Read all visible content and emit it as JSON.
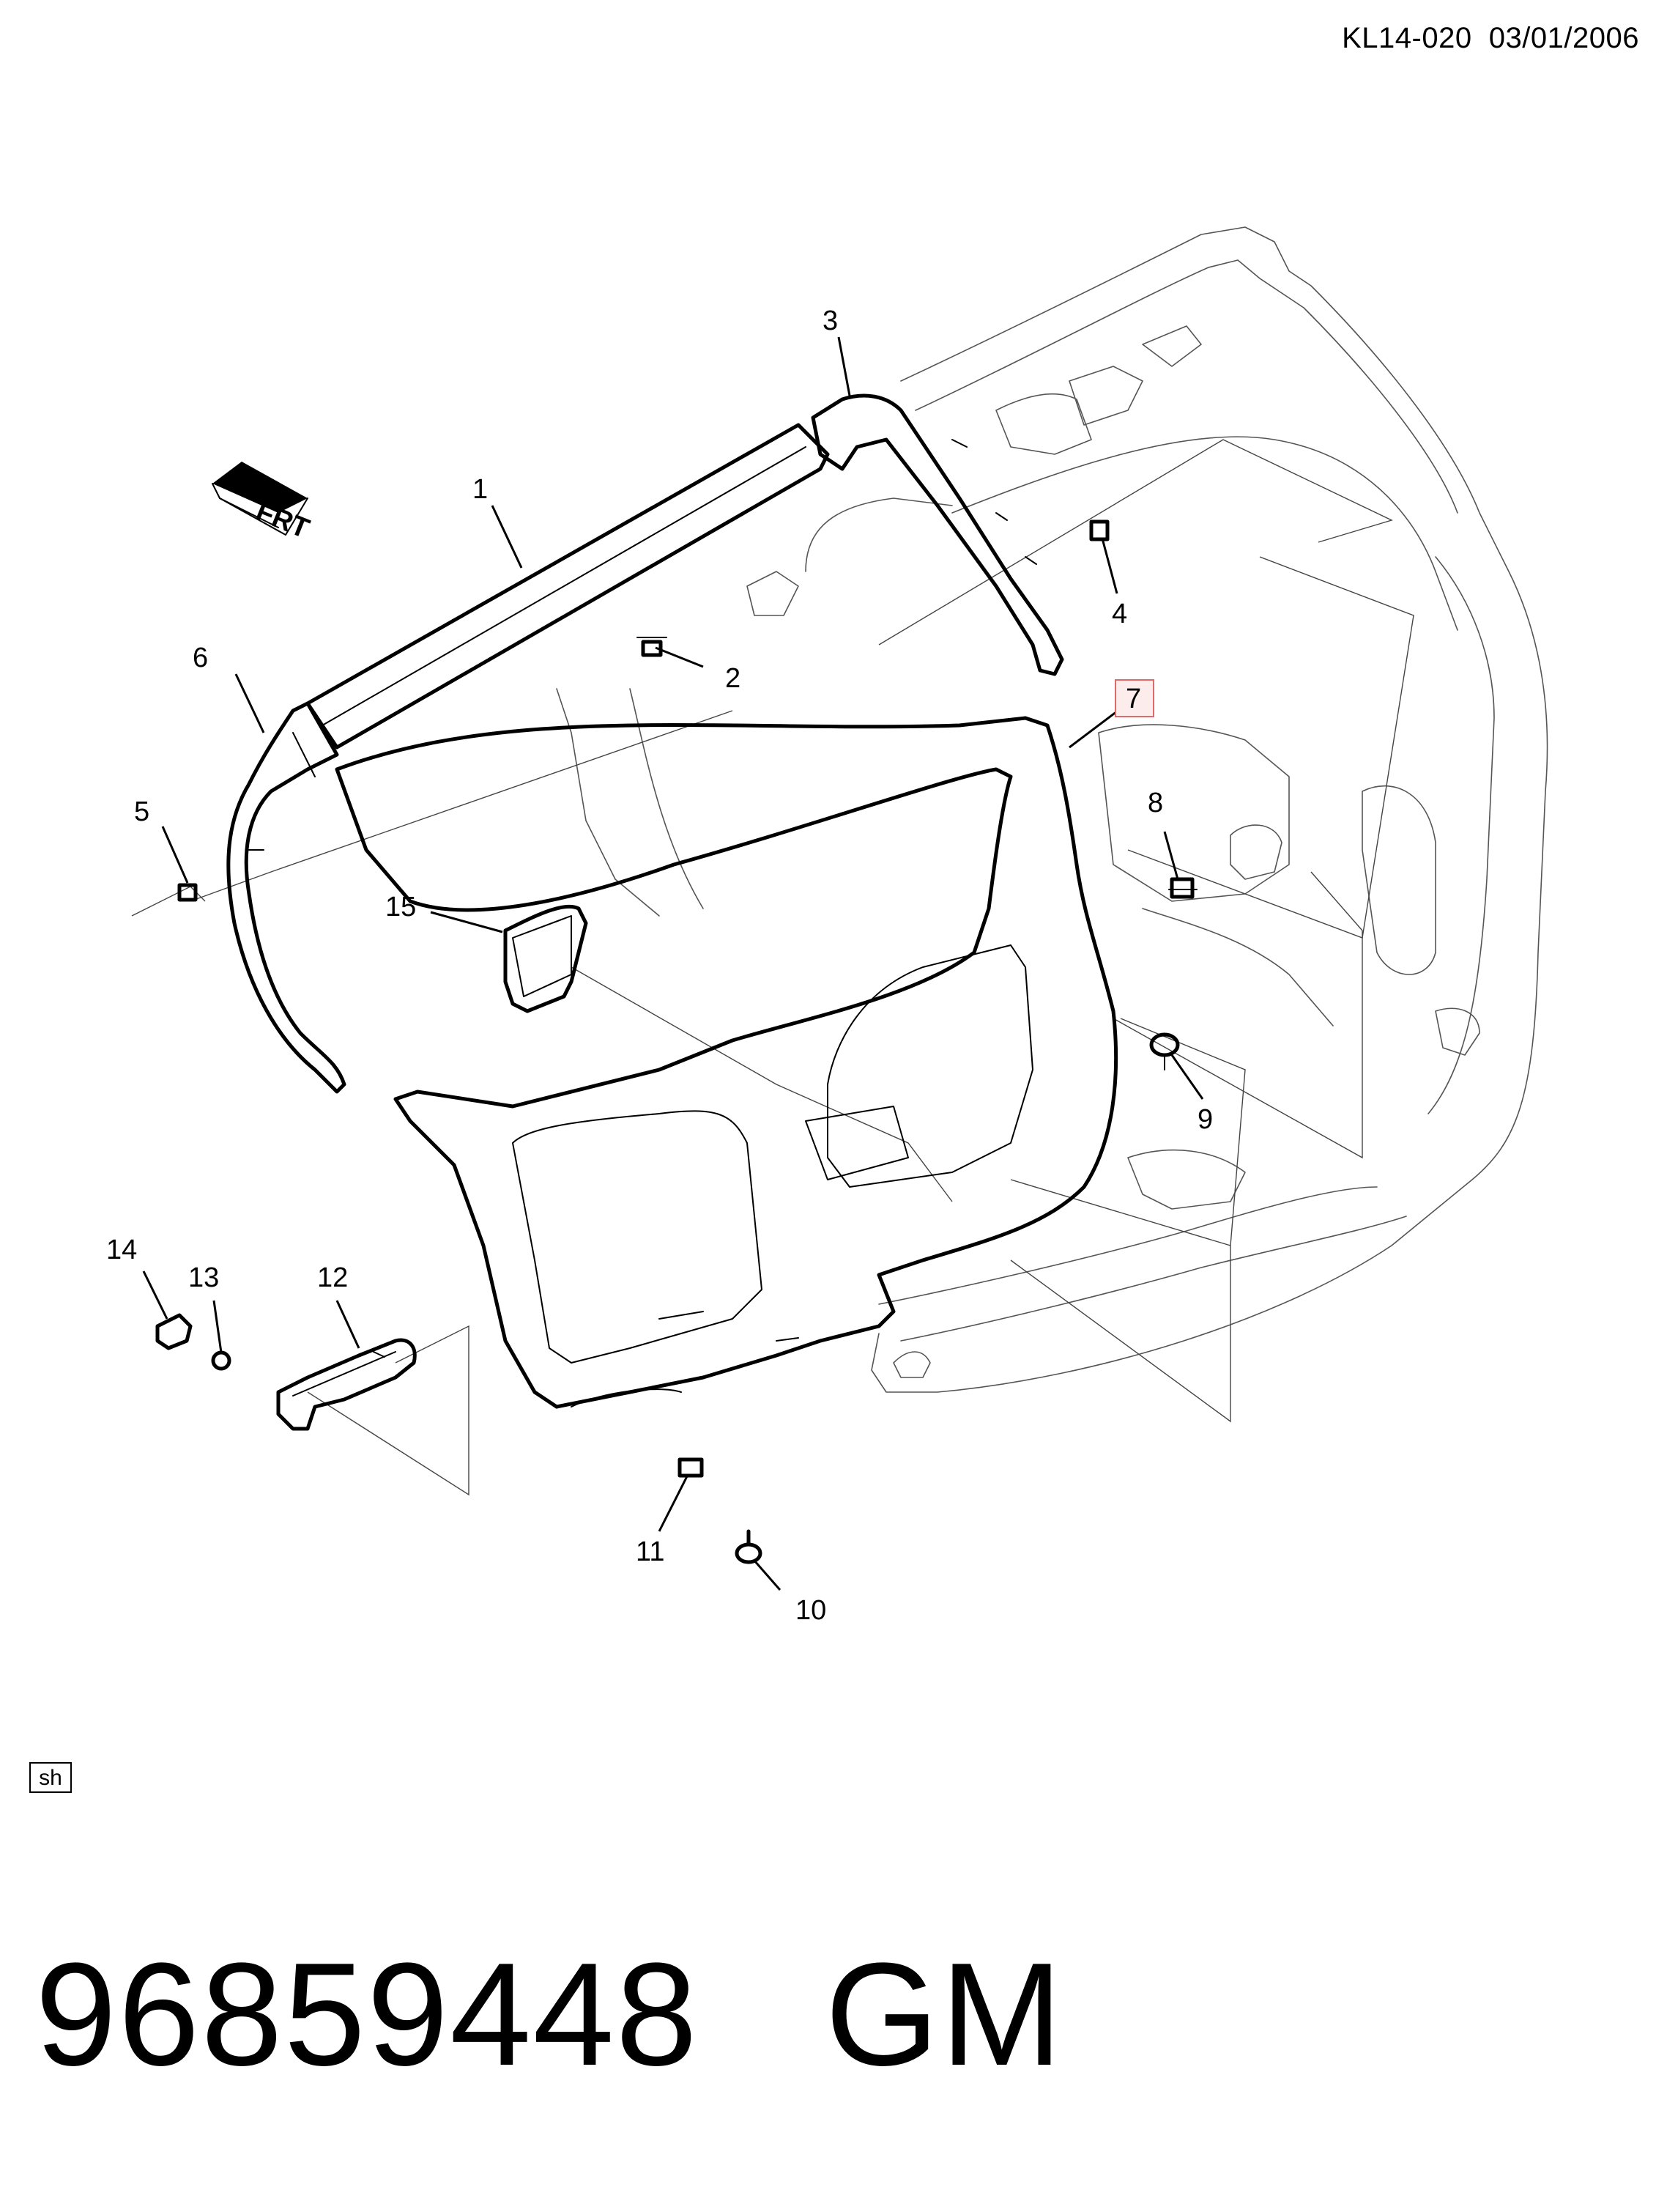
{
  "header": {
    "ref_code": "KL14-020  03/01/2006"
  },
  "orientation": {
    "label": "FRT"
  },
  "callouts": [
    {
      "num": "1"
    },
    {
      "num": "2"
    },
    {
      "num": "3"
    },
    {
      "num": "4"
    },
    {
      "num": "5"
    },
    {
      "num": "6"
    },
    {
      "num": "7",
      "highlighted": true
    },
    {
      "num": "8"
    },
    {
      "num": "9"
    },
    {
      "num": "10"
    },
    {
      "num": "11"
    },
    {
      "num": "12"
    },
    {
      "num": "13"
    },
    {
      "num": "14"
    },
    {
      "num": "15"
    }
  ],
  "highlight_color": "#e06a6a",
  "highlight_fill": "#fdecec",
  "footer": {
    "box_label": "sh",
    "part_number": "96859448   GM"
  }
}
